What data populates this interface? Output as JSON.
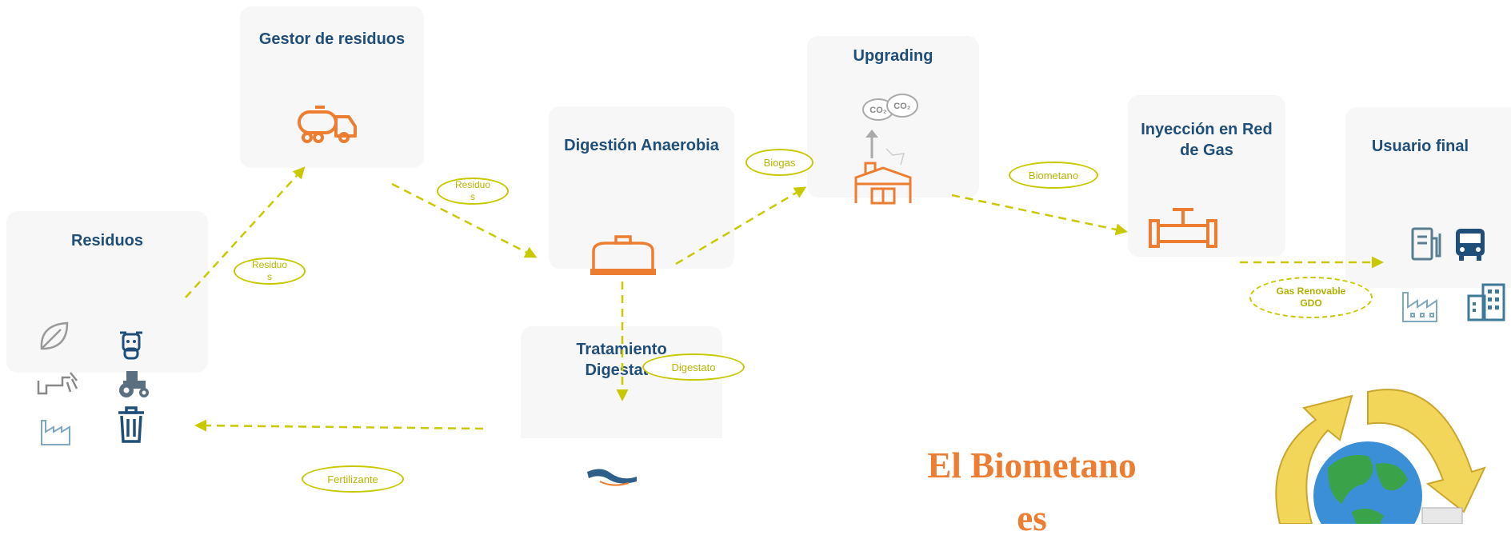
{
  "nodes": {
    "gestor": "Gestor de residuos",
    "digestion": "Digestión Anaerobia",
    "upgrading": "Upgrading",
    "inyeccion": "Inyección en Red de Gas",
    "usuario": "Usuario final",
    "residuos": "Residuos",
    "tratamiento": "Tratamiento Digestato"
  },
  "labels": {
    "residuos_1": "Residuo s",
    "residuos_2": "Residuo s",
    "biogas": "Biogas",
    "biometano": "Biometano",
    "digestato": "Digestato",
    "fertilizante": "Fertilizante",
    "gas_renovable": "Gas Renovable GDO"
  },
  "upgrading_co2": [
    "CO2",
    "CO2"
  ],
  "headline": {
    "line1": "El Biometano",
    "line2": "es"
  },
  "colors": {
    "node_title": "#1f4e79",
    "arrow": "#c9c900",
    "icon_orange": "#ed7d31",
    "icon_blue": "#1f4e79",
    "headline": "#ed7d31"
  }
}
